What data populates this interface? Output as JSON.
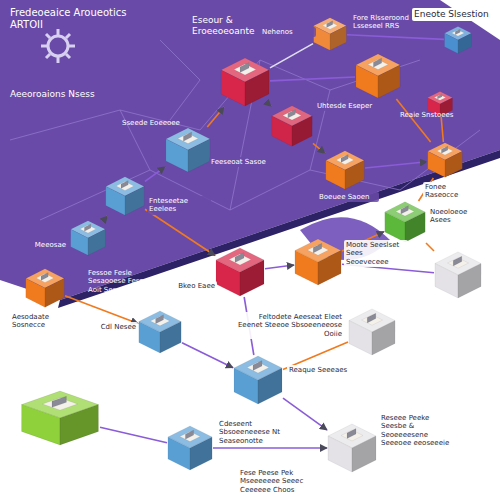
{
  "diagram": {
    "title": "Fredeoeaice Aroueotics ARTOII",
    "nodes": [
      {
        "text": [
          "Fore Rlsseroond Lsseseel RRS"
        ]
      },
      {
        "text": [
          "Nehenos"
        ]
      },
      {
        "text": [
          "Uhtesde Eseper"
        ]
      },
      {
        "text": [
          "Boeuee Saoen"
        ]
      },
      {
        "text": [
          "Feeseoat Sasoe"
        ]
      },
      {
        "text": [
          "Fnteseetae Eeelees"
        ]
      },
      {
        "text": [
          "Fonee Raseocce"
        ]
      },
      {
        "text": [
          "Noeoloeoe Asees"
        ]
      },
      {
        "text": [
          "Meeosae"
        ]
      },
      {
        "text": [
          "Aesodaate Sosnecce"
        ]
      },
      {
        "text": [
          "Bkeo Eaee"
        ]
      },
      {
        "text": [
          "Moote Seeslset Sees Seoeveceee"
        ]
      },
      {
        "text": [
          "Feltodete Aeeseat Eleet Eeenet Steeoe Sbsoeeneeose Ooiie"
        ]
      },
      {
        "text": [
          "Cdl Nesee"
        ]
      },
      {
        "text": [
          "Reaque Seeeaes"
        ]
      },
      {
        "text": [
          "Cdeseent Sbsoeeneeese Nt Seaseonotte"
        ]
      },
      {
        "text": [
          "Reseee Peeke Seesbe & Seoeeeesene Seeeoee eeoseeeie"
        ]
      }
    ],
    "edges": [
      {
        "from": 8,
        "to": 5,
        "arrow": "to"
      },
      {
        "from": 5,
        "to": 4,
        "arrow": "to"
      },
      {
        "from": 4,
        "to": 1,
        "arrow": "to"
      },
      {
        "from": 1,
        "to": 0,
        "arrow": "none"
      },
      {
        "from": 1,
        "to": 2,
        "arrow": "to"
      },
      {
        "from": 2,
        "to": 3,
        "arrow": "to"
      },
      {
        "from": 3,
        "to": 6,
        "arrow": "to"
      },
      {
        "from": 6,
        "to": 7,
        "arrow": "none"
      },
      {
        "from": 5,
        "to": 10,
        "arrow": "to"
      },
      {
        "from": 10,
        "to": 11,
        "arrow": "to"
      },
      {
        "from": 11,
        "to": 7,
        "arrow": "to"
      },
      {
        "from": 9,
        "to": 13,
        "arrow": "to"
      },
      {
        "from": 13,
        "to": 14,
        "arrow": "to"
      },
      {
        "from": 14,
        "to": 16,
        "arrow": "to"
      },
      {
        "from": 14,
        "to": 12,
        "arrow": "none"
      },
      {
        "from": 15,
        "to": 16,
        "arrow": "to"
      },
      {
        "from": 10,
        "to": 14,
        "arrow": "none"
      }
    ],
    "labels": [
      "Aeeoroaions Nsess",
      "Eseour & Eroeeoeoante",
      "Eneote Slsestion",
      "Sseede Eoeeoee",
      "Reaie Snstoees",
      "Fessoe Fesle Sesaooese Fesnnc Aoit Sesoeee",
      "Fese Peese Pek Mseeeeeee Seeec Ceeeeee Choos"
    ]
  }
}
